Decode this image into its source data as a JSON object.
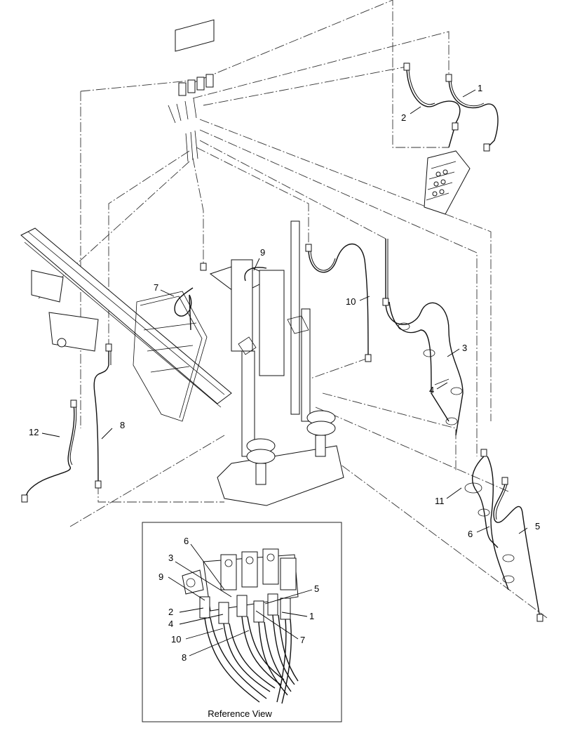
{
  "diagram": {
    "callouts_main": [
      {
        "id": "c1",
        "label": "1"
      },
      {
        "id": "c2",
        "label": "2"
      },
      {
        "id": "c3",
        "label": "3"
      },
      {
        "id": "c4",
        "label": "4"
      },
      {
        "id": "c5",
        "label": "5"
      },
      {
        "id": "c6",
        "label": "6"
      },
      {
        "id": "c7",
        "label": "7"
      },
      {
        "id": "c8",
        "label": "8"
      },
      {
        "id": "c9",
        "label": "9"
      },
      {
        "id": "c10",
        "label": "10"
      },
      {
        "id": "c11",
        "label": "11"
      },
      {
        "id": "c12",
        "label": "12"
      }
    ],
    "callouts_ref": [
      {
        "id": "r1",
        "label": "1"
      },
      {
        "id": "r2",
        "label": "2"
      },
      {
        "id": "r3",
        "label": "3"
      },
      {
        "id": "r4",
        "label": "4"
      },
      {
        "id": "r5",
        "label": "5"
      },
      {
        "id": "r6",
        "label": "6"
      },
      {
        "id": "r7",
        "label": "7"
      },
      {
        "id": "r8",
        "label": "8"
      },
      {
        "id": "r9",
        "label": "9"
      },
      {
        "id": "r10",
        "label": "10"
      }
    ],
    "reference_view_title": "Reference View"
  }
}
